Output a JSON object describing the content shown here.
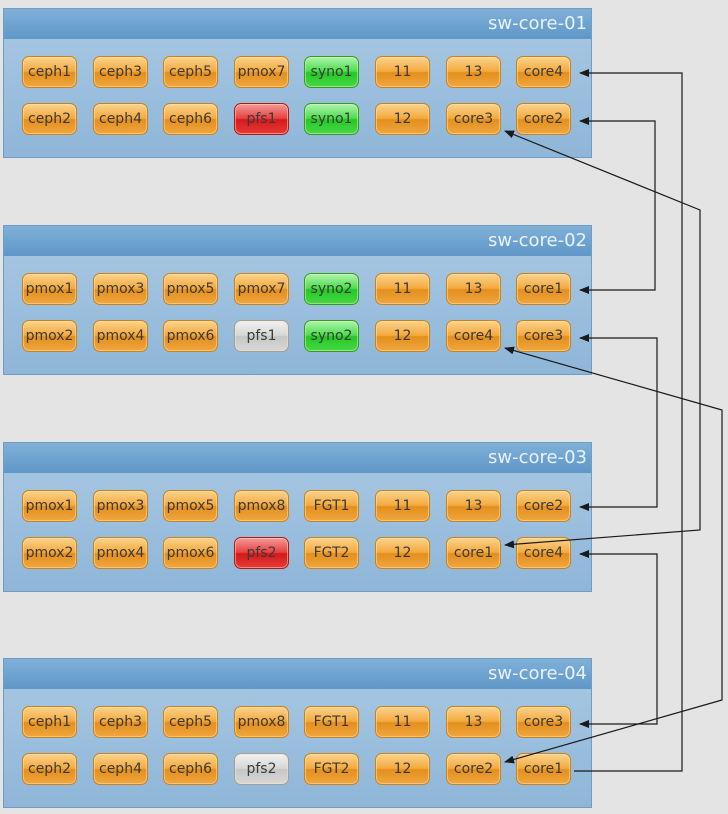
{
  "switches": [
    {
      "name": "sw-core-01",
      "rows": [
        [
          {
            "l": "ceph1",
            "s": "orange"
          },
          {
            "l": "ceph3",
            "s": "orange"
          },
          {
            "l": "ceph5",
            "s": "orange"
          },
          {
            "l": "pmox7",
            "s": "orange"
          },
          {
            "l": "syno1",
            "s": "green"
          },
          {
            "l": "11",
            "s": "orange"
          },
          {
            "l": "13",
            "s": "orange"
          },
          {
            "l": "core4",
            "s": "orange"
          }
        ],
        [
          {
            "l": "ceph2",
            "s": "orange"
          },
          {
            "l": "ceph4",
            "s": "orange"
          },
          {
            "l": "ceph6",
            "s": "orange"
          },
          {
            "l": "pfs1",
            "s": "red"
          },
          {
            "l": "syno1",
            "s": "green"
          },
          {
            "l": "12",
            "s": "orange"
          },
          {
            "l": "core3",
            "s": "orange"
          },
          {
            "l": "core2",
            "s": "orange"
          }
        ]
      ]
    },
    {
      "name": "sw-core-02",
      "rows": [
        [
          {
            "l": "pmox1",
            "s": "orange"
          },
          {
            "l": "pmox3",
            "s": "orange"
          },
          {
            "l": "pmox5",
            "s": "orange"
          },
          {
            "l": "pmox7",
            "s": "orange"
          },
          {
            "l": "syno2",
            "s": "green"
          },
          {
            "l": "11",
            "s": "orange"
          },
          {
            "l": "13",
            "s": "orange"
          },
          {
            "l": "core1",
            "s": "orange"
          }
        ],
        [
          {
            "l": "pmox2",
            "s": "orange"
          },
          {
            "l": "pmox4",
            "s": "orange"
          },
          {
            "l": "pmox6",
            "s": "orange"
          },
          {
            "l": "pfs1",
            "s": "gray"
          },
          {
            "l": "syno2",
            "s": "green"
          },
          {
            "l": "12",
            "s": "orange"
          },
          {
            "l": "core4",
            "s": "orange"
          },
          {
            "l": "core3",
            "s": "orange"
          }
        ]
      ]
    },
    {
      "name": "sw-core-03",
      "rows": [
        [
          {
            "l": "pmox1",
            "s": "orange"
          },
          {
            "l": "pmox3",
            "s": "orange"
          },
          {
            "l": "pmox5",
            "s": "orange"
          },
          {
            "l": "pmox8",
            "s": "orange"
          },
          {
            "l": "FGT1",
            "s": "orange"
          },
          {
            "l": "11",
            "s": "orange"
          },
          {
            "l": "13",
            "s": "orange"
          },
          {
            "l": "core2",
            "s": "orange"
          }
        ],
        [
          {
            "l": "pmox2",
            "s": "orange"
          },
          {
            "l": "pmox4",
            "s": "orange"
          },
          {
            "l": "pmox6",
            "s": "orange"
          },
          {
            "l": "pfs2",
            "s": "red"
          },
          {
            "l": "FGT2",
            "s": "orange"
          },
          {
            "l": "12",
            "s": "orange"
          },
          {
            "l": "core1",
            "s": "orange"
          },
          {
            "l": "core4",
            "s": "orange"
          }
        ]
      ]
    },
    {
      "name": "sw-core-04",
      "rows": [
        [
          {
            "l": "ceph1",
            "s": "orange"
          },
          {
            "l": "ceph3",
            "s": "orange"
          },
          {
            "l": "ceph5",
            "s": "orange"
          },
          {
            "l": "pmox8",
            "s": "orange"
          },
          {
            "l": "FGT1",
            "s": "orange"
          },
          {
            "l": "11",
            "s": "orange"
          },
          {
            "l": "13",
            "s": "orange"
          },
          {
            "l": "core3",
            "s": "orange"
          }
        ],
        [
          {
            "l": "ceph2",
            "s": "orange"
          },
          {
            "l": "ceph4",
            "s": "orange"
          },
          {
            "l": "ceph6",
            "s": "orange"
          },
          {
            "l": "pfs2",
            "s": "gray"
          },
          {
            "l": "FGT2",
            "s": "orange"
          },
          {
            "l": "12",
            "s": "orange"
          },
          {
            "l": "core2",
            "s": "orange"
          },
          {
            "l": "core1",
            "s": "orange"
          }
        ]
      ]
    }
  ],
  "colors": {
    "orange": "#f4a93d",
    "red": "#e02828",
    "green": "#36d236",
    "gray": "#d0d0d0",
    "link": "#1a1a1a"
  }
}
